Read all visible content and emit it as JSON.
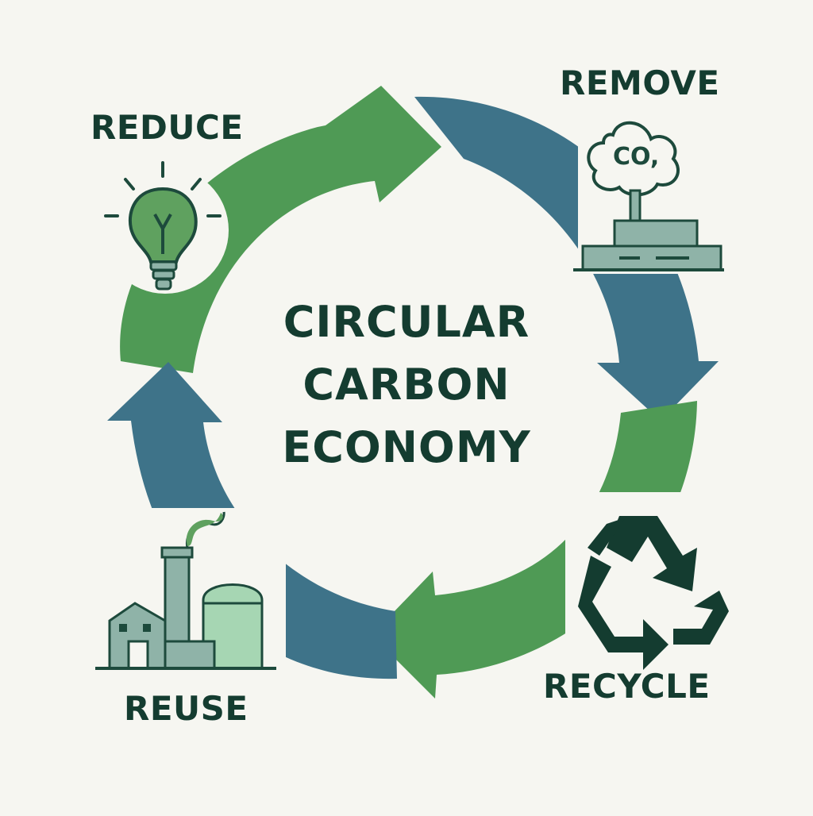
{
  "diagram": {
    "title_lines": [
      "CIRCULAR",
      "CARBON",
      "ECONOMY"
    ],
    "stages": {
      "reduce": "REDUCE",
      "remove": "REMOVE",
      "recycle": "RECYCLE",
      "reuse": "REUSE"
    },
    "co2_label": "CO,"
  },
  "colors": {
    "green": "#4f9a55",
    "blue": "#3e7389",
    "dark": "#143c30",
    "background": "#f6f6f1",
    "light_green": "#a6d6b3",
    "sage": "#8fb3a8"
  },
  "icons": [
    "lightbulb-icon",
    "factory-co2-icon",
    "recycle-icon",
    "factory-icon"
  ]
}
